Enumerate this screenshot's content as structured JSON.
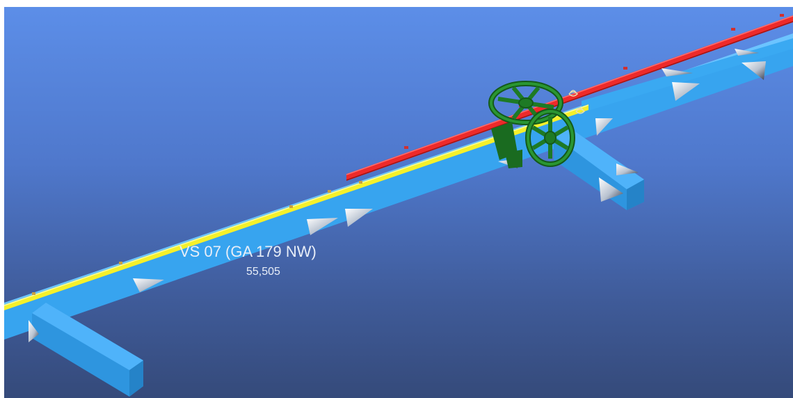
{
  "scene": {
    "label_title": "VS 07 (GA 179 NW)",
    "label_value": "55,505",
    "colors": {
      "background_top": "#5c8ee8",
      "background_bottom": "#354a7a",
      "beam": "#3aa9f2",
      "beam_shadow": "#1f6fb6",
      "yellow_pipe": "#f5f02a",
      "red_pipe": "#ee2a2a",
      "valve_wheel": "#1e7a25"
    },
    "objects": [
      "support-beam",
      "cross-beam-left",
      "cross-beam-right",
      "yellow-pipe",
      "red-pipe",
      "valve-handwheel",
      "valve-handwheel"
    ]
  }
}
